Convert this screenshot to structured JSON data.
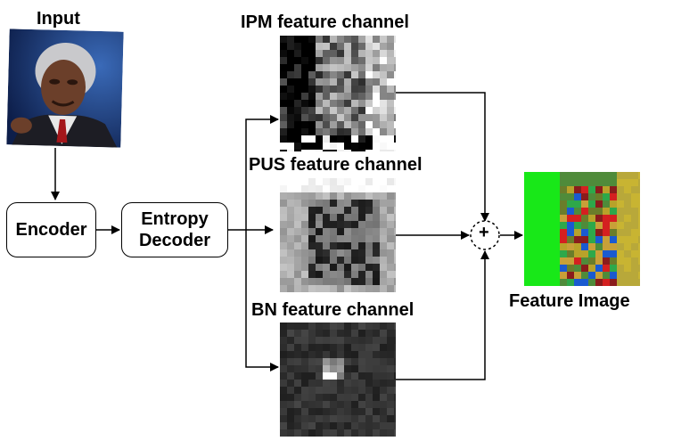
{
  "labels": {
    "input": "Input",
    "ipm": "IPM feature channel",
    "pus": "PUS feature channel",
    "bn": "BN feature channel",
    "feature_image": "Feature Image"
  },
  "blocks": {
    "encoder": "Encoder",
    "entropy_decoder_line1": "Entropy",
    "entropy_decoder_line2": "Decoder"
  },
  "adder_symbol": "+"
}
